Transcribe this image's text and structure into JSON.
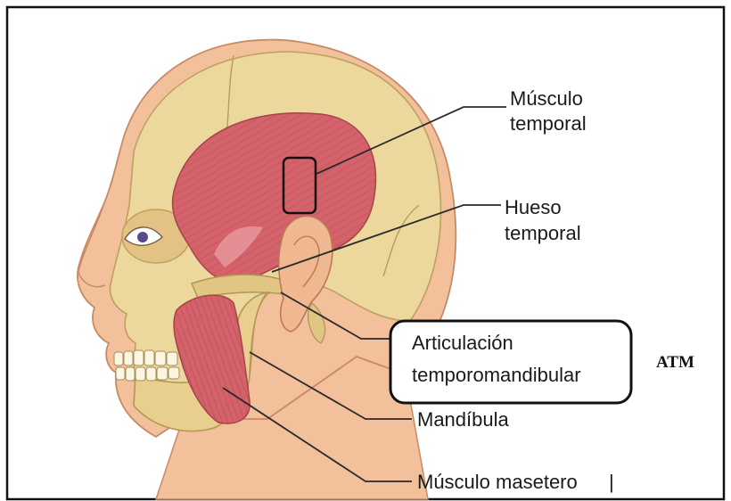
{
  "labels": {
    "musculo_temporal": [
      "Músculo",
      "temporal"
    ],
    "hueso_temporal": [
      "Hueso",
      "temporal"
    ],
    "articulacion": [
      "Articulación",
      "temporomandibular"
    ],
    "mandibula": "Mandíbula",
    "musculo_masetero": "Músculo masetero",
    "masetero_mark": "|",
    "atm": "ATM"
  },
  "colors": {
    "skin": "#f2c09a",
    "skin_shadow": "#d99c76",
    "bone": "#ecd79c",
    "bone_shadow": "#cdb271",
    "muscle": "#d4626a",
    "muscle_light": "#e99aa0",
    "line": "#2a2a2a",
    "frame": "#111111"
  }
}
